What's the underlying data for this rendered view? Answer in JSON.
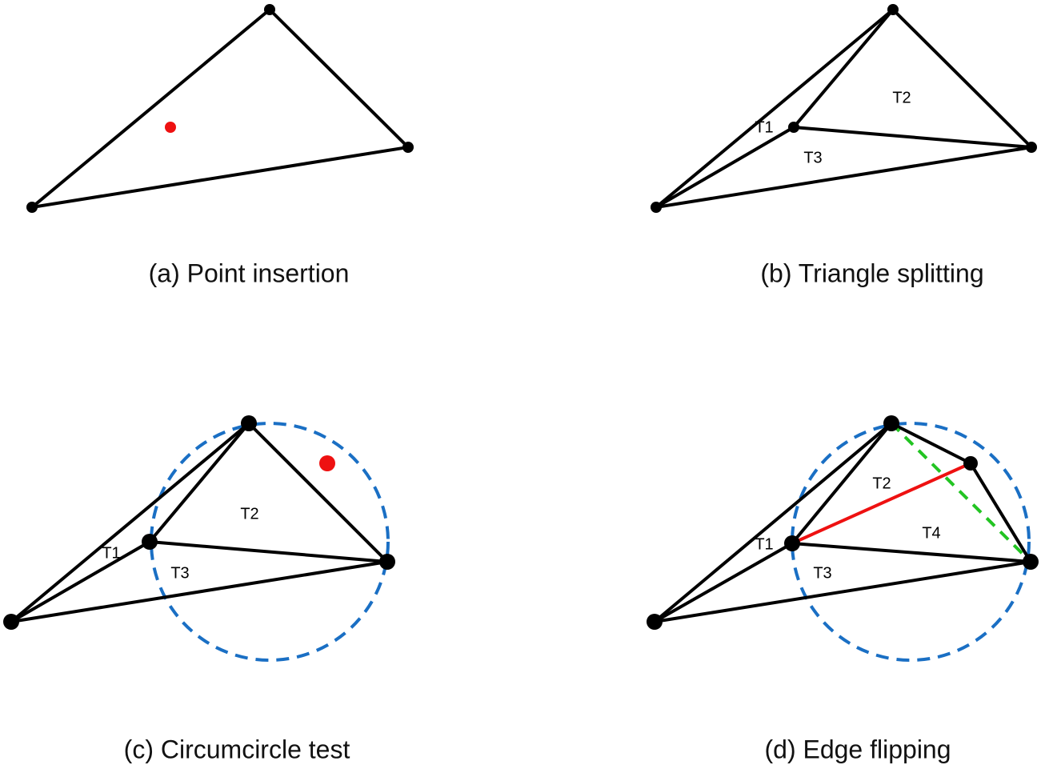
{
  "panels": [
    {
      "id": "a",
      "caption": "(a) Point insertion",
      "labels": []
    },
    {
      "id": "b",
      "caption": "(b) Triangle splitting",
      "labels": [
        "T1",
        "T2",
        "T3"
      ]
    },
    {
      "id": "c",
      "caption": "(c) Circumcircle test",
      "labels": [
        "T1",
        "T2",
        "T3"
      ]
    },
    {
      "id": "d",
      "caption": "(d) Edge flipping",
      "labels": [
        "T1",
        "T2",
        "T3",
        "T4"
      ]
    }
  ],
  "colors": {
    "edge": "#000000",
    "inserted_point": "#ee1111",
    "circumcircle": "#1a6fc4",
    "new_edge": "#ee1111",
    "flipped_edge": "#22c422"
  }
}
